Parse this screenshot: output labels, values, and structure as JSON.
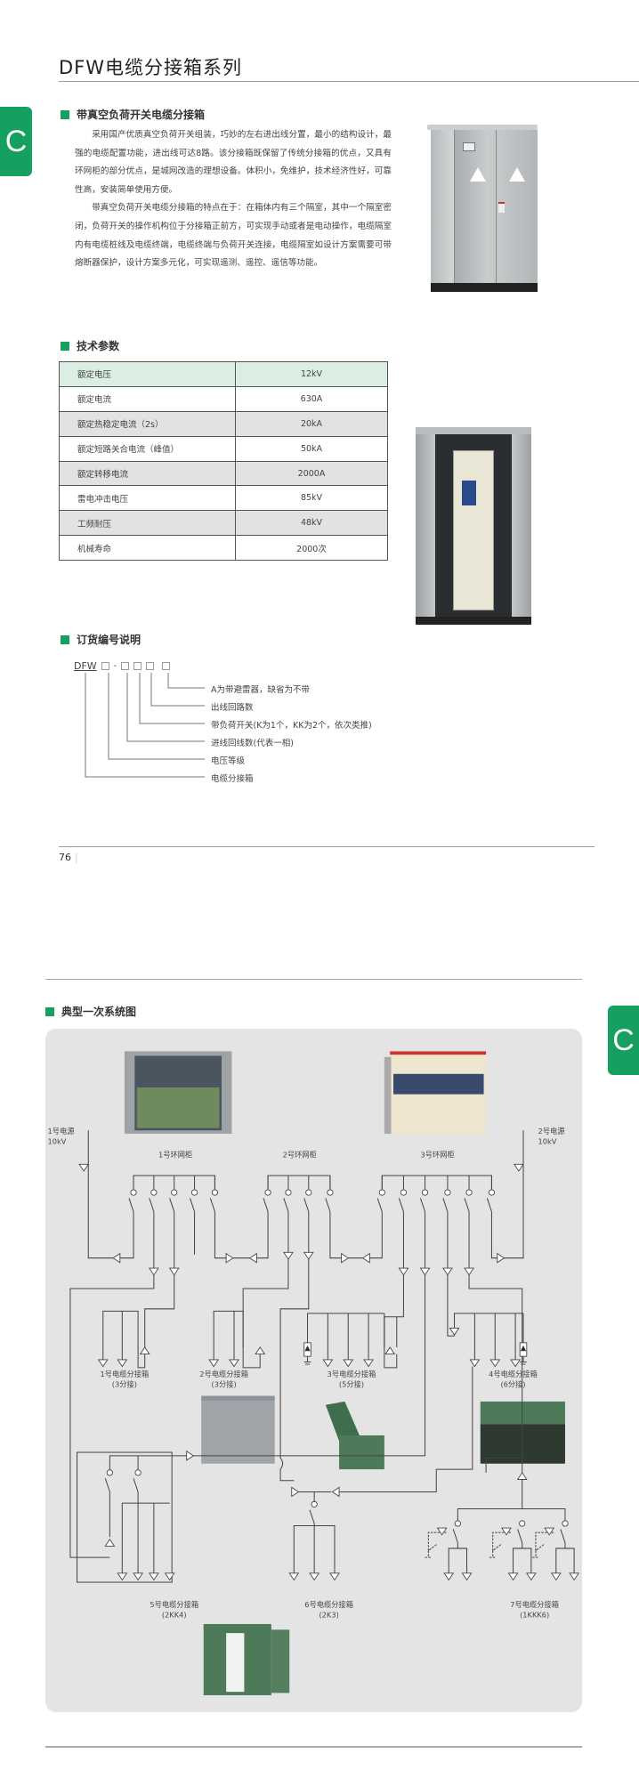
{
  "page1": {
    "title": "DFW电缆分接箱系列",
    "tab_letter": "C",
    "section1": {
      "heading": "带真空负荷开关电缆分接箱",
      "paragraphs": [
        "采用国产优质真空负荷开关组装，巧妙的左右进出线分置，最小的结构设计，最强的电缆配置功能，进出线可达8路。该分接箱既保留了传统分接箱的优点，又具有环网柜的部分优点，是城网改造的理想设备。体积小，免维护，技术经济性好，可靠性高，安装简单使用方便。",
        "带真空负荷开关电缆分接箱的特点在于：在箱体内有三个隔室，其中一个隔室密闭，负荷开关的操作机构位于分接箱正前方，可实现手动或者是电动操作，电缆隔室内有电缆桩线及电缆终端，电缆终端与负荷开关连接，电缆隔室如设计方案需要可带熔断器保护，设计方案多元化，可实现遥测、遥控、遥信等功能。"
      ]
    },
    "section2": {
      "heading": "技术参数",
      "rows": [
        {
          "k": "额定电压",
          "v": "12kV"
        },
        {
          "k": "额定电流",
          "v": "630A"
        },
        {
          "k": "额定热稳定电流（2s）",
          "v": "20kA"
        },
        {
          "k": "额定短路关合电流（峰值）",
          "v": "50kA"
        },
        {
          "k": "额定转移电流",
          "v": "2000A"
        },
        {
          "k": "雷电冲击电压",
          "v": "85kV"
        },
        {
          "k": "工频耐压",
          "v": "48kV"
        },
        {
          "k": "机械寿命",
          "v": "2000次"
        }
      ]
    },
    "section3": {
      "heading": "订货编号说明",
      "prefix": "DFW",
      "dash": "-",
      "labels": [
        "A为带避雷器，缺省为不带",
        "出线回路数",
        "带负荷开关(K为1个，KK为2个，依次类推)",
        "进线回线数(代表一相)",
        "电压等级",
        "电缆分接箱"
      ]
    },
    "page_number": "76"
  },
  "page2": {
    "tab_letter": "C",
    "heading": "典型一次系统图",
    "diagram": {
      "source1": [
        "1号电源",
        "10kV"
      ],
      "source2": [
        "2号电源",
        "10kV"
      ],
      "ring1": "1号环网柜",
      "ring2": "2号环网柜",
      "ring3": "3号环网柜",
      "box1": [
        "1号电缆分接箱",
        "(3分接)"
      ],
      "box2": [
        "2号电缆分接箱",
        "(3分接)"
      ],
      "box3": [
        "3号电缆分接箱",
        "(5分接)"
      ],
      "box4": [
        "4号电缆分接箱",
        "(6分接)"
      ],
      "box5": [
        "5号电缆分接箱",
        "(2KK4)"
      ],
      "box6": [
        "6号电缆分接箱",
        "(2K3)"
      ],
      "box7": [
        "7号电缆分接箱",
        "(1KKK6)"
      ]
    }
  }
}
